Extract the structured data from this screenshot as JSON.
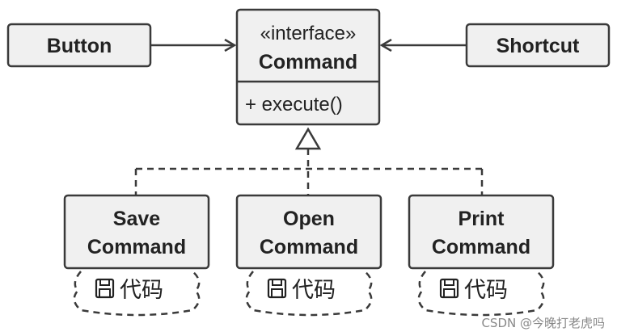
{
  "interface": {
    "stereotype": "«interface»",
    "name": "Command",
    "method": "+ execute()"
  },
  "invokers": {
    "left": "Button",
    "right": "Shortcut"
  },
  "commands": [
    {
      "line1": "Save",
      "line2": "Command",
      "note": "代码"
    },
    {
      "line1": "Open",
      "line2": "Command",
      "note": "代码"
    },
    {
      "line1": "Print",
      "line2": "Command",
      "note": "代码"
    }
  ],
  "watermark": "CSDN @今晚打老虎吗",
  "colors": {
    "box_fill": "#f0f0f0",
    "stroke": "#3a3a3a",
    "text": "#222222"
  }
}
